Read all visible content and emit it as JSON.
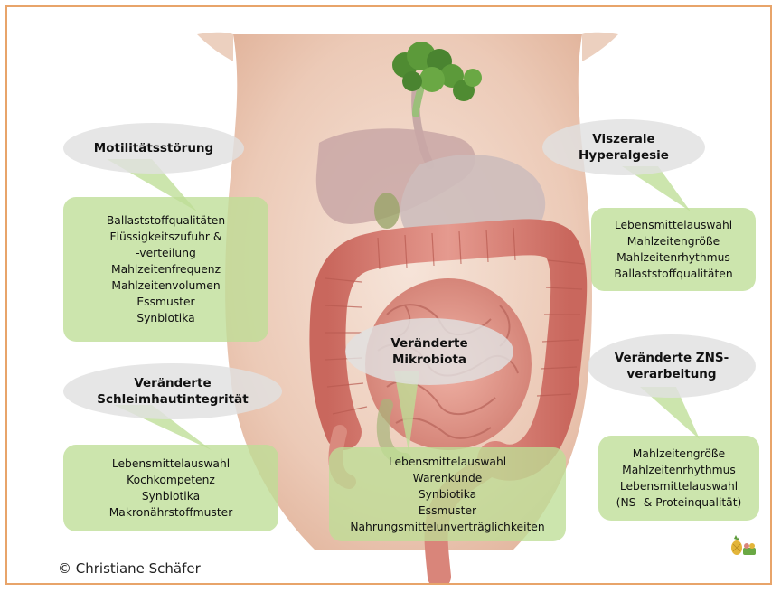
{
  "callouts": {
    "motility": {
      "title": "Motilitätsstörung",
      "items": [
        "Ballaststoffqualitäten",
        "Flüssigkeitszufuhr &",
        "-verteilung",
        "Mahlzeitenfrequenz",
        "Mahlzeitenvolumen",
        "Essmuster",
        "Synbiotika"
      ]
    },
    "visceral": {
      "title_line1": "Viszerale",
      "title_line2": "Hyperalgesie",
      "items": [
        "Lebensmittelauswahl",
        "Mahlzeitengröße",
        "Mahlzeitenrhythmus",
        "Ballaststoffqualitäten"
      ]
    },
    "microbiota": {
      "title_line1": "Veränderte",
      "title_line2": "Mikrobiota",
      "items": [
        "Lebensmittelauswahl",
        "Warenkunde",
        "Synbiotika",
        "Essmuster",
        "Nahrungsmittelunverträglichkeiten"
      ]
    },
    "mucosa": {
      "title_line1": "Veränderte",
      "title_line2": "Schleimhautintegrität",
      "items": [
        "Lebensmittelauswahl",
        "Kochkompetenz",
        "Synbiotika",
        "Makronährstoffmuster"
      ]
    },
    "cns": {
      "title_line1": "Veränderte ZNS-",
      "title_line2": "verarbeitung",
      "items": [
        "Mahlzeitengröße",
        "Mahlzeitenrhythmus",
        "Lebensmittelauswahl",
        "(NS- & Proteinqualität)"
      ]
    }
  },
  "copyright": "© Christiane Schäfer",
  "colors": {
    "border": "#e8a46a",
    "oval": "#e1e1e1",
    "box": "#bede96",
    "skin": "#f1d6c7",
    "colon": "#d9857a",
    "stomach": "#c9b9b8"
  },
  "icons": [
    "broccoli-icon",
    "pineapple-logo-icon"
  ]
}
